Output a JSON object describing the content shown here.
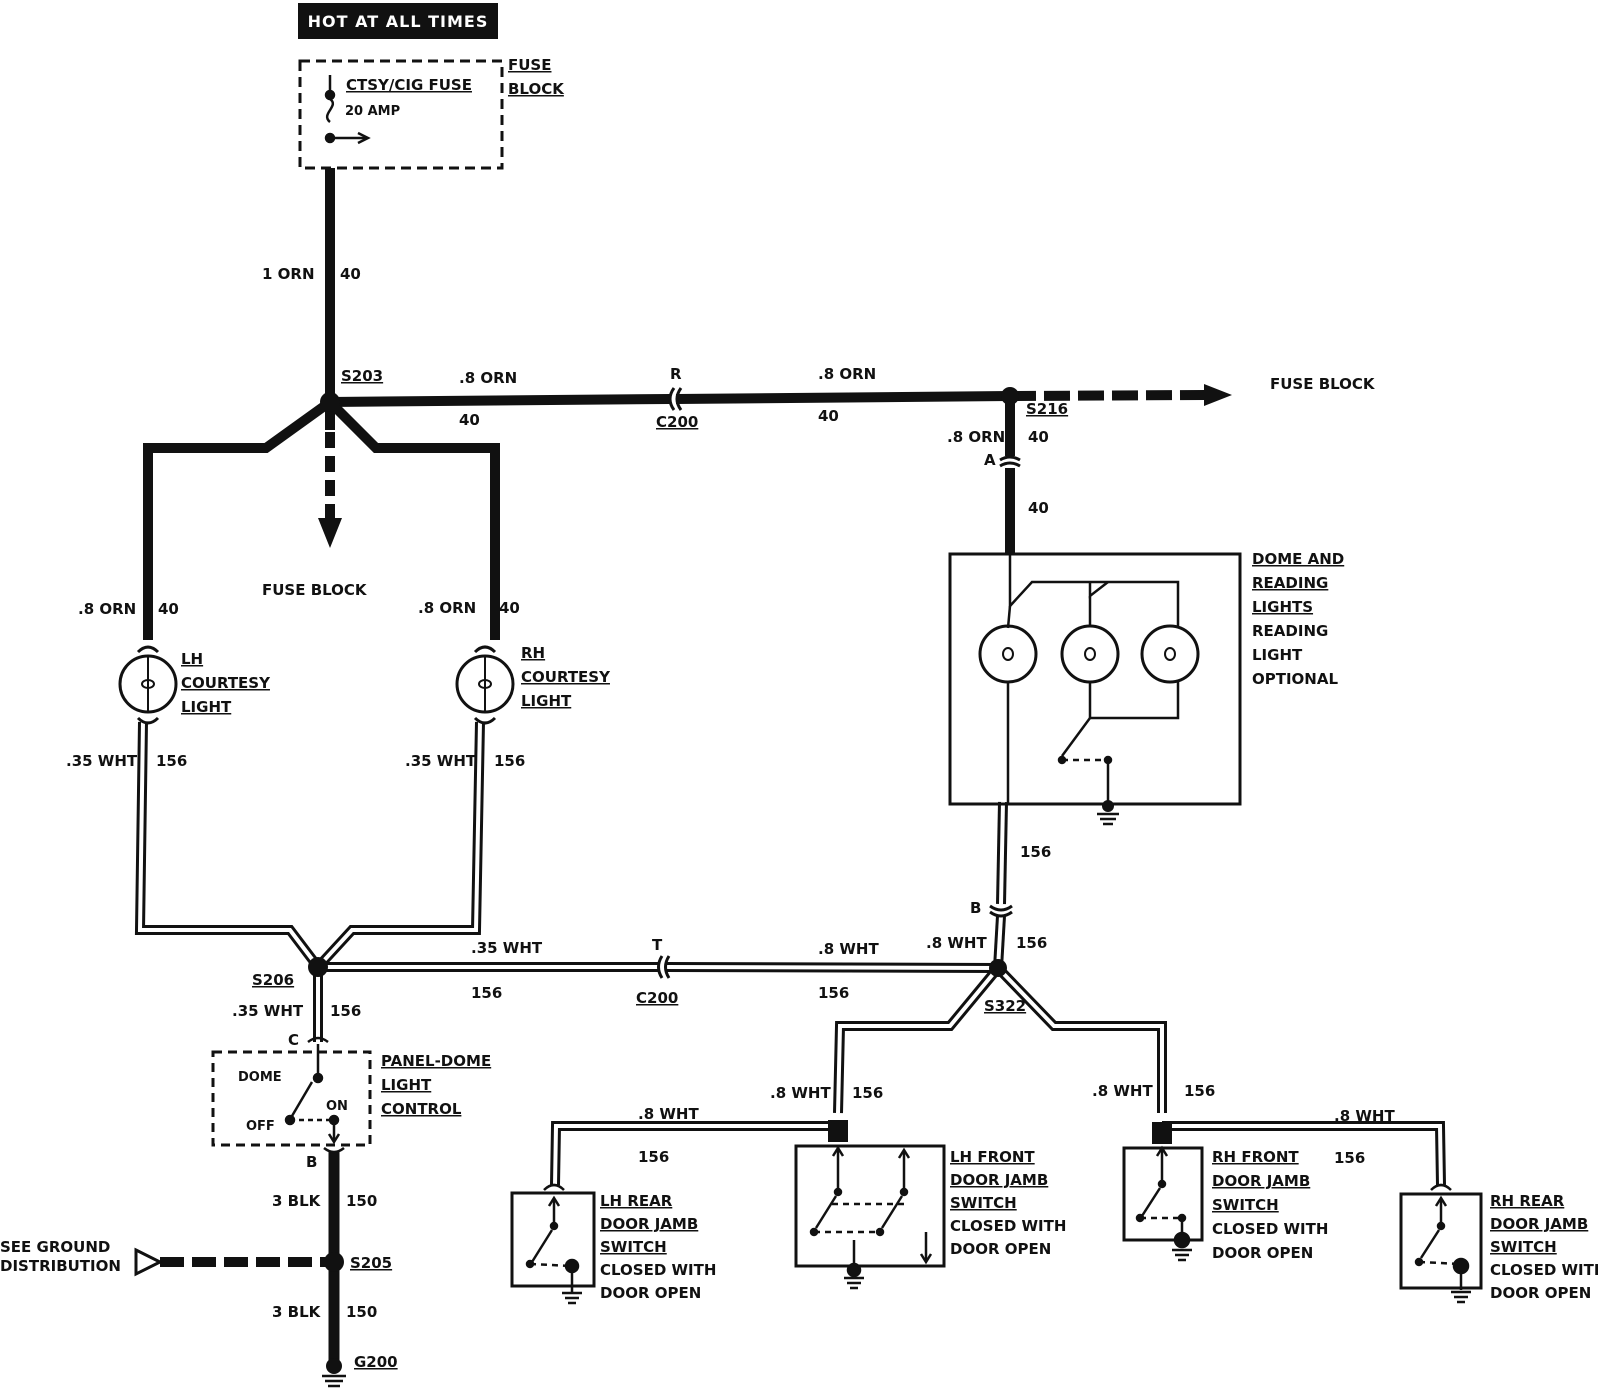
{
  "header": {
    "hot_label": "HOT AT ALL TIMES"
  },
  "fuse": {
    "name": "CTSY/CIG FUSE",
    "rating": "20 AMP",
    "block_line1": "FUSE",
    "block_line2": "BLOCK"
  },
  "feed": {
    "gauge": "1 ORN",
    "circuit": "40"
  },
  "splices": {
    "s203": "S203",
    "s216": "S216",
    "s206": "S206",
    "s322": "S322",
    "s205": "S205"
  },
  "connectors": {
    "c200_r_letter": "R",
    "c200_r_name": "C200",
    "c200_t_letter": "T",
    "c200_t_name": "C200",
    "dome_a": "A",
    "dome_b": "B",
    "panel_c": "C",
    "panel_b": "B"
  },
  "wires": {
    "top_left_gauge": ".8 ORN",
    "top_left_circuit": "40",
    "top_right_gauge": ".8 ORN",
    "top_right_circuit": "40",
    "s216_down_gauge": ".8 ORN",
    "s216_down_circuit": "40",
    "dome_feed_circuit": "40",
    "lh_feed_gauge": ".8 ORN",
    "lh_feed_circuit": "40",
    "rh_feed_gauge": ".8 ORN",
    "rh_feed_circuit": "40",
    "lh_ret_gauge": ".35 WHT",
    "lh_ret_circuit": "156",
    "rh_ret_gauge": ".35 WHT",
    "rh_ret_circuit": "156",
    "bottom_left_gauge": ".35 WHT",
    "bottom_left_circuit": "156",
    "bottom_right_gauge": ".8 WHT",
    "bottom_right_circuit": "156",
    "dome_ret_circuit": "156",
    "s322_up_gauge": ".8 WHT",
    "s322_up_circuit": "156",
    "s206_down_gauge": ".35 WHT",
    "s206_down_circuit": "156",
    "lhf_gauge": ".8 WHT",
    "lhf_circuit": "156",
    "lhr_gauge": ".8 WHT",
    "lhr_circuit": "156",
    "rhf_gauge": ".8 WHT",
    "rhf_circuit": "156",
    "rhr_gauge": ".8 WHT",
    "rhr_circuit": "156",
    "gnd1_gauge": "3 BLK",
    "gnd1_circuit": "150",
    "gnd2_gauge": "3 BLK",
    "gnd2_circuit": "150"
  },
  "destinations": {
    "fuse_block_right": "FUSE BLOCK",
    "fuse_block_down": "FUSE BLOCK",
    "ground_line1": "SEE GROUND",
    "ground_line2": "DISTRIBUTION",
    "ground_name": "G200"
  },
  "dome": {
    "lines": [
      "DOME AND",
      "READING",
      "LIGHTS",
      "READING",
      "LIGHT",
      "OPTIONAL"
    ]
  },
  "lh_courtesy": {
    "lines": [
      "LH",
      "COURTESY",
      "LIGHT"
    ]
  },
  "rh_courtesy": {
    "lines": [
      "RH",
      "COURTESY",
      "LIGHT"
    ]
  },
  "panel": {
    "lines": [
      "PANEL-DOME",
      "LIGHT",
      "CONTROL"
    ],
    "dome": "DOME",
    "on": "ON",
    "off": "OFF"
  },
  "lh_front": {
    "lines": [
      "LH FRONT",
      "DOOR JAMB",
      "SWITCH",
      "CLOSED WITH",
      "DOOR OPEN"
    ]
  },
  "lh_rear": {
    "lines": [
      "LH REAR",
      "DOOR JAMB",
      "SWITCH",
      "CLOSED WITH",
      "DOOR OPEN"
    ]
  },
  "rh_front": {
    "lines": [
      "RH FRONT",
      "DOOR JAMB",
      "SWITCH",
      "CLOSED WITH",
      "DOOR OPEN"
    ]
  },
  "rh_rear": {
    "lines": [
      "RH REAR",
      "DOOR JAMB",
      "SWITCH",
      "CLOSED WITH",
      "DOOR OPEN"
    ]
  }
}
